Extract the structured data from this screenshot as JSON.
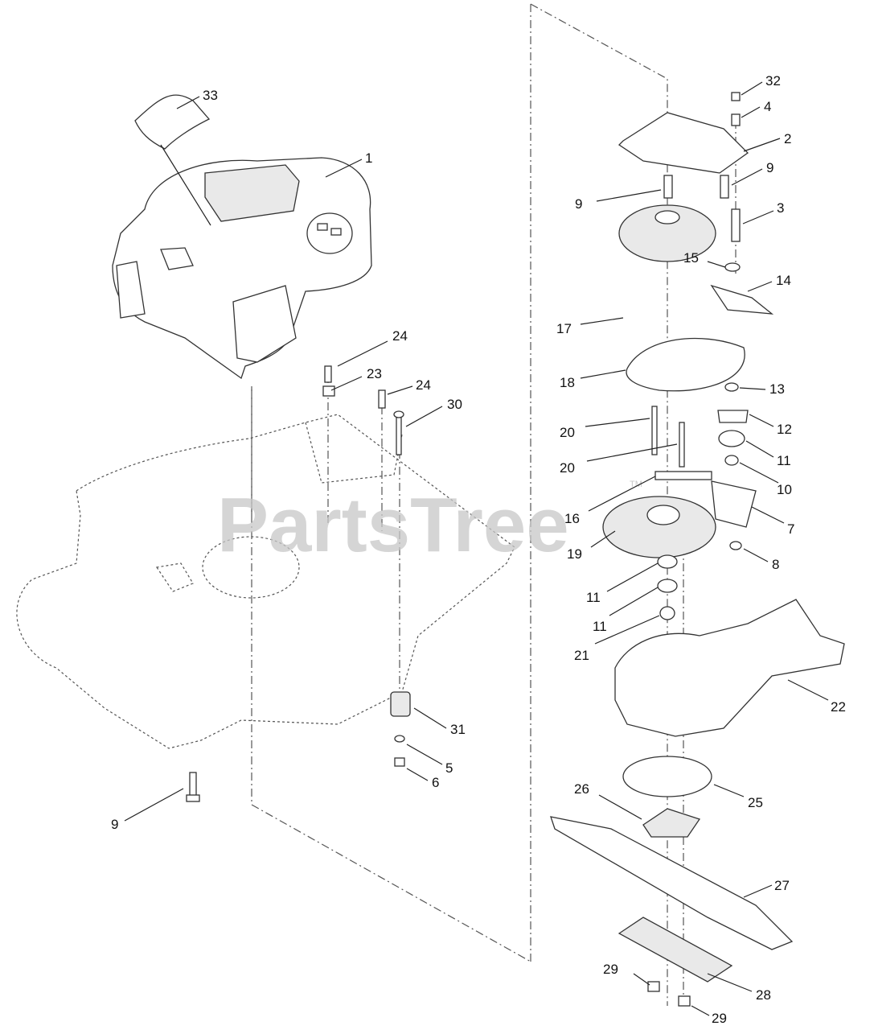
{
  "watermark": {
    "text": "PartsTree",
    "trademark": "TM"
  },
  "callouts": [
    {
      "id": "c33a",
      "label": "33"
    },
    {
      "id": "c1",
      "label": "1"
    },
    {
      "id": "c24a",
      "label": "24"
    },
    {
      "id": "c23",
      "label": "23"
    },
    {
      "id": "c24b",
      "label": "24"
    },
    {
      "id": "c30",
      "label": "30"
    },
    {
      "id": "c31",
      "label": "31"
    },
    {
      "id": "c5",
      "label": "5"
    },
    {
      "id": "c6",
      "label": "6"
    },
    {
      "id": "c9a",
      "label": "9"
    },
    {
      "id": "c32",
      "label": "32"
    },
    {
      "id": "c4",
      "label": "4"
    },
    {
      "id": "c2",
      "label": "2"
    },
    {
      "id": "c9b",
      "label": "9"
    },
    {
      "id": "c9c",
      "label": "9"
    },
    {
      "id": "c3",
      "label": "3"
    },
    {
      "id": "c15",
      "label": "15"
    },
    {
      "id": "c14",
      "label": "14"
    },
    {
      "id": "c17",
      "label": "17"
    },
    {
      "id": "c18",
      "label": "18"
    },
    {
      "id": "c13",
      "label": "13"
    },
    {
      "id": "c12",
      "label": "12"
    },
    {
      "id": "c20a",
      "label": "20"
    },
    {
      "id": "c11a",
      "label": "11"
    },
    {
      "id": "c20b",
      "label": "20"
    },
    {
      "id": "c10",
      "label": "10"
    },
    {
      "id": "c16",
      "label": "16"
    },
    {
      "id": "c7",
      "label": "7"
    },
    {
      "id": "c19",
      "label": "19"
    },
    {
      "id": "c8",
      "label": "8"
    },
    {
      "id": "c11b",
      "label": "11"
    },
    {
      "id": "c11c",
      "label": "11"
    },
    {
      "id": "c21",
      "label": "21"
    },
    {
      "id": "c22",
      "label": "22"
    },
    {
      "id": "c26",
      "label": "26"
    },
    {
      "id": "c25",
      "label": "25"
    },
    {
      "id": "c27",
      "label": "27"
    },
    {
      "id": "c29a",
      "label": "29"
    },
    {
      "id": "c28",
      "label": "28"
    },
    {
      "id": "c29b",
      "label": "29"
    }
  ]
}
